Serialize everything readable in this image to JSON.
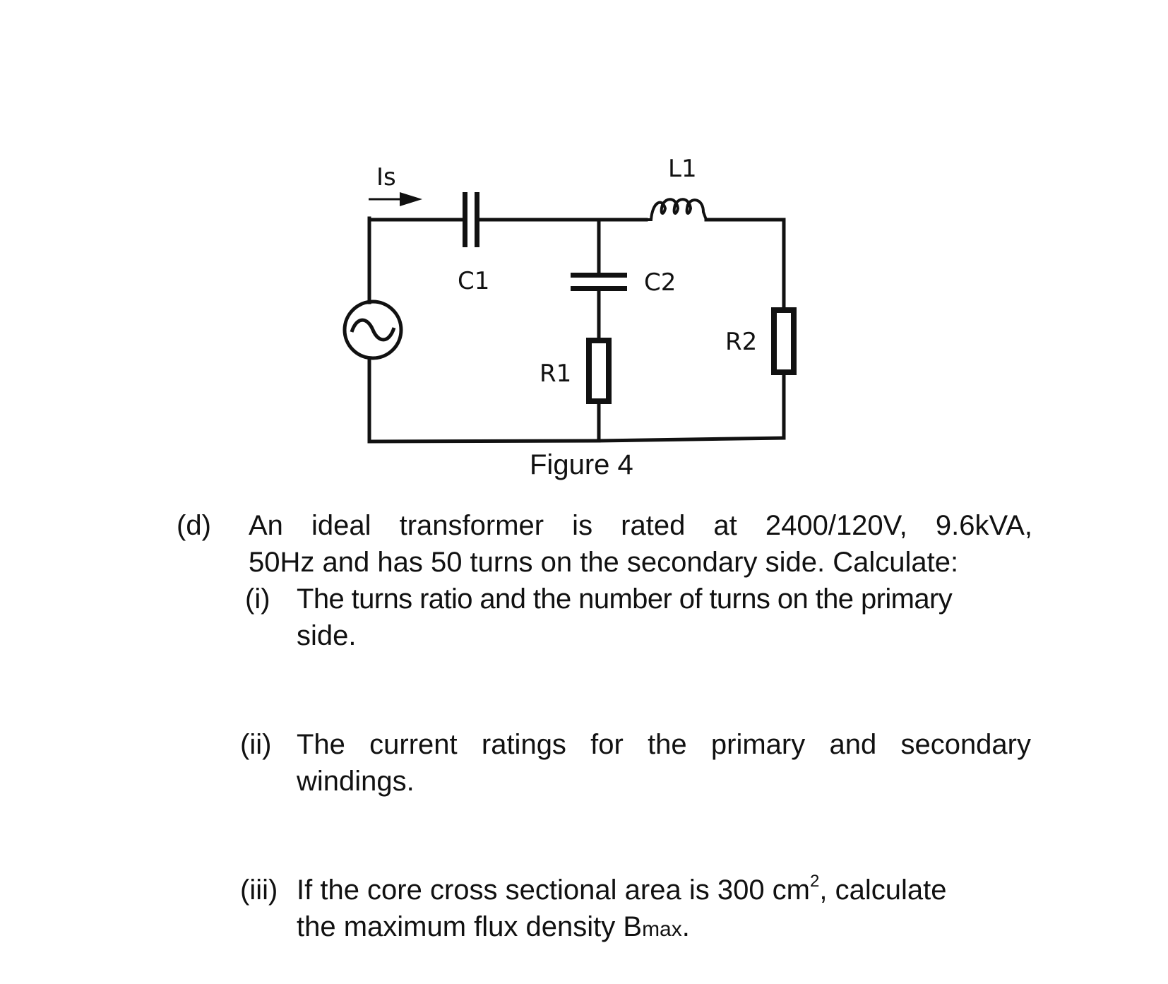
{
  "figure": {
    "caption": "Figure 4",
    "labels": {
      "source_current": "Is",
      "c1": "C1",
      "c2": "C2",
      "l1": "L1",
      "r1": "R1",
      "r2": "R2"
    }
  },
  "question": {
    "part_label": "(d)",
    "intro_line1": "An ideal transformer is rated at 2400/120V, 9.6kVA,",
    "intro_line2": "50Hz and has 50 turns on the secondary side. Calculate:",
    "subparts": [
      {
        "label": "(i)",
        "line1": "The turns ratio and the number of turns on the primary",
        "line2": "side."
      },
      {
        "label": "(ii)",
        "line1": "The current ratings for the primary and secondary",
        "line2": "windings."
      },
      {
        "label": "(iii)",
        "line1_pre": "If the core cross sectional area is 300 cm",
        "line1_sup": "2",
        "line1_post": ", calculate",
        "line2_pre": "the maximum flux density B",
        "line2_sub": "max",
        "line2_post": "."
      }
    ]
  }
}
